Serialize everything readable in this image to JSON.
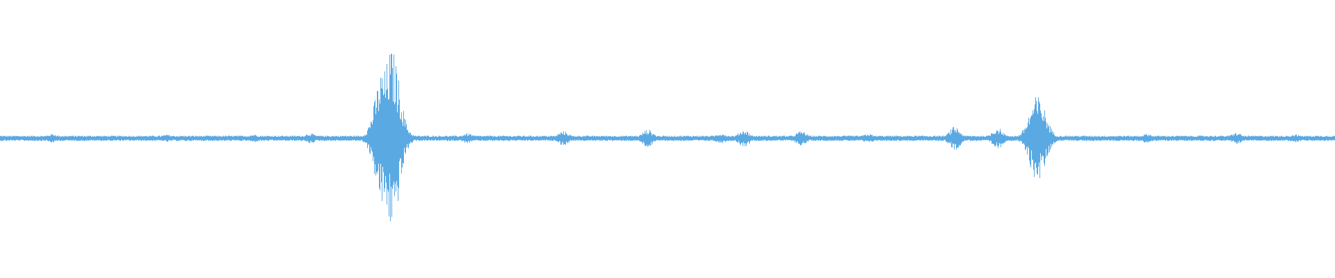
{
  "waveform": {
    "color": "#5aa9e3",
    "background": "#ffffff",
    "peaks": [
      {
        "t": 0.0,
        "amp": 0.02
      },
      {
        "t": 0.039,
        "amp": 0.035
      },
      {
        "t": 0.125,
        "amp": 0.028
      },
      {
        "t": 0.19,
        "amp": 0.03
      },
      {
        "t": 0.232,
        "amp": 0.04
      },
      {
        "t": 0.283,
        "amp": 0.11
      },
      {
        "t": 0.287,
        "amp": 0.62
      },
      {
        "t": 0.29,
        "amp": 0.45
      },
      {
        "t": 0.293,
        "amp": 0.8
      },
      {
        "t": 0.296,
        "amp": 0.33
      },
      {
        "t": 0.3,
        "amp": 0.12
      },
      {
        "t": 0.35,
        "amp": 0.04
      },
      {
        "t": 0.422,
        "amp": 0.06
      },
      {
        "t": 0.485,
        "amp": 0.075
      },
      {
        "t": 0.54,
        "amp": 0.04
      },
      {
        "t": 0.557,
        "amp": 0.07
      },
      {
        "t": 0.6,
        "amp": 0.06
      },
      {
        "t": 0.65,
        "amp": 0.035
      },
      {
        "t": 0.715,
        "amp": 0.1
      },
      {
        "t": 0.747,
        "amp": 0.09
      },
      {
        "t": 0.777,
        "amp": 0.38
      },
      {
        "t": 0.859,
        "amp": 0.035
      },
      {
        "t": 0.926,
        "amp": 0.045
      },
      {
        "t": 0.97,
        "amp": 0.03
      },
      {
        "t": 1.0,
        "amp": 0.02
      }
    ],
    "noise_floor": 0.018
  }
}
